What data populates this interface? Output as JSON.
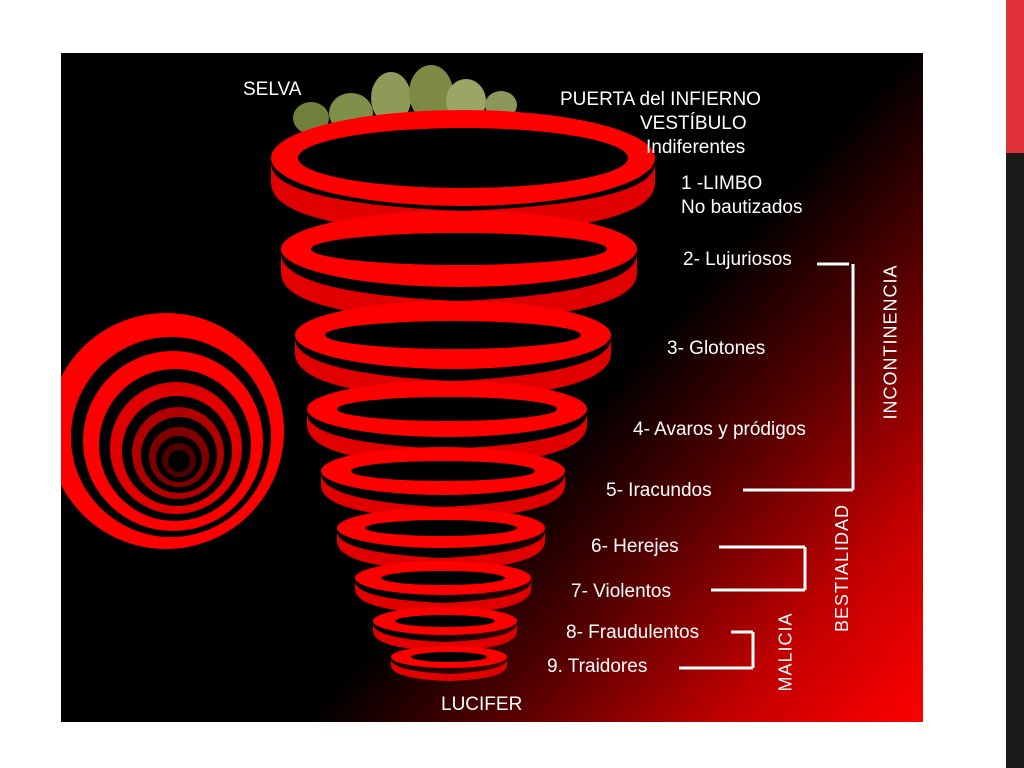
{
  "title_labels": {
    "selva": "SELVA",
    "puerta": "PUERTA del INFIERNO",
    "vestibulo": "VESTÍBULO",
    "indiferentes": "Indiferentes",
    "limbo": "1 -LIMBO",
    "no_bautizados": "No bautizados",
    "lucifer": "LUCIFER"
  },
  "circles": [
    {
      "label": "2- Lujuriosos"
    },
    {
      "label": "3- Glotones"
    },
    {
      "label": "4- Avaros y pródigos"
    },
    {
      "label": "5- Iracundos"
    },
    {
      "label": "6- Herejes"
    },
    {
      "label": "7- Violentos"
    },
    {
      "label": "8- Fraudulentos"
    },
    {
      "label": "9. Traidores"
    }
  ],
  "groups": {
    "incontinencia": "INCONTINENCIA",
    "bestialidad": "BESTIALIDAD",
    "malicia": "MALICIA"
  },
  "colors": {
    "ring": "#ff0000",
    "background": "#000000",
    "accent": "#e0303a"
  }
}
